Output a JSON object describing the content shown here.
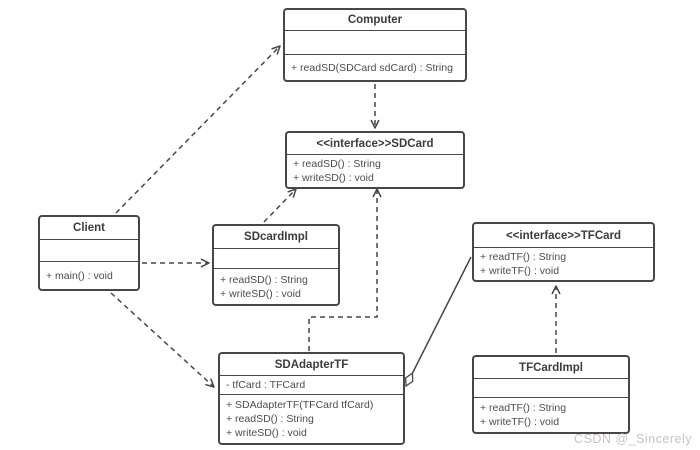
{
  "diagram": {
    "type": "uml-class-diagram",
    "pattern": "adapter-pattern"
  },
  "classes": {
    "computer": {
      "title": "Computer",
      "attributes": [],
      "methods": [
        "+ readSD(SDCard sdCard) : String"
      ]
    },
    "sdcard_interface": {
      "title": "<<interface>>SDCard",
      "attributes": [],
      "methods": [
        "+ readSD() : String",
        "+ writeSD() : void"
      ]
    },
    "client": {
      "title": "Client",
      "attributes": [],
      "methods": [
        "+ main() : void"
      ]
    },
    "sdcardimpl": {
      "title": "SDcardImpl",
      "attributes": [],
      "methods": [
        "+ readSD() : String",
        "+ writeSD() : void"
      ]
    },
    "tfcard_interface": {
      "title": "<<interface>>TFCard",
      "attributes": [],
      "methods": [
        "+ readTF() : String",
        "+ writeTF() : void"
      ]
    },
    "sdadaptertf": {
      "title": "SDAdapterTF",
      "attributes": [
        "- tfCard : TFCard"
      ],
      "methods": [
        "+ SDAdapterTF(TFCard tfCard)",
        "+ readSD() : String",
        "+ writeSD() : void"
      ]
    },
    "tfcardimpl": {
      "title": "TFCardImpl",
      "attributes": [],
      "methods": [
        "+ readTF() : String",
        "+ writeTF() : void"
      ]
    }
  },
  "connections": [
    {
      "from": "Client",
      "to": "Computer",
      "type": "dependency-dashed-open-arrow"
    },
    {
      "from": "Computer",
      "to": "<<interface>>SDCard",
      "type": "dependency-dashed-open-arrow"
    },
    {
      "from": "Client",
      "to": "SDcardImpl",
      "type": "dependency-dashed-open-arrow"
    },
    {
      "from": "SDcardImpl",
      "to": "<<interface>>SDCard",
      "type": "realization-dashed-open-arrow"
    },
    {
      "from": "SDAdapterTF",
      "to": "<<interface>>SDCard",
      "type": "realization-dashed-open-arrow"
    },
    {
      "from": "Client",
      "to": "SDAdapterTF",
      "type": "dependency-dashed-open-arrow"
    },
    {
      "from": "SDAdapterTF",
      "to": "<<interface>>TFCard",
      "type": "aggregation-solid-hollow-diamond"
    },
    {
      "from": "TFCardImpl",
      "to": "<<interface>>TFCard",
      "type": "realization-dashed-open-arrow"
    }
  ],
  "watermark": "CSDN @_Sincerely",
  "colors": {
    "line": "#474747",
    "box_fill": "#ffffff",
    "text": "#4d4d4d",
    "watermark": "#ccc2c2",
    "background": "#ffffff"
  }
}
